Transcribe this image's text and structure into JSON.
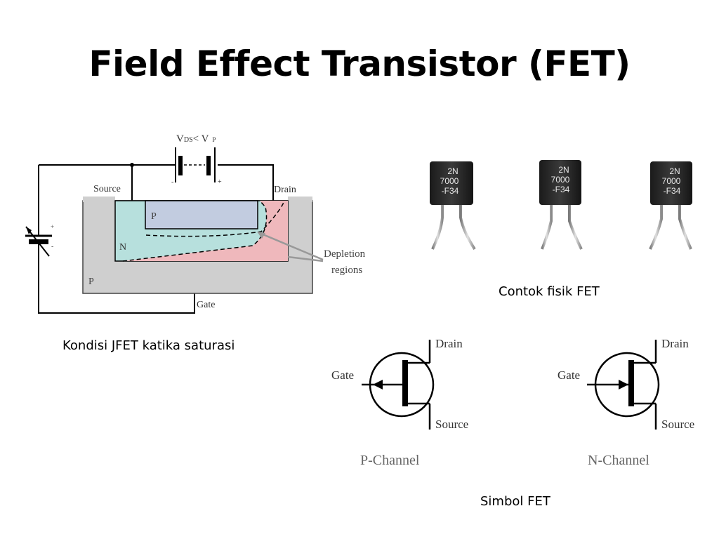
{
  "slide": {
    "title": "Field Effect Transistor (FET)",
    "caption_jfet": "Kondisi JFET katika saturasi",
    "caption_physical": "Contok fisik FET",
    "caption_symbol": "Simbol FET"
  },
  "jfet_diagram": {
    "vds_main": "V",
    "vds_sub": "DS",
    "vds_rest": "< V",
    "vds_sub2": "P",
    "battery_minus": "-",
    "battery_plus": "+",
    "gate_battery_plus": "+",
    "gate_battery_minus": "-",
    "source_label": "Source",
    "drain_label": "Drain",
    "gate_label": "Gate",
    "p_top_label": "P",
    "n_label": "N",
    "p_bottom_label": "P",
    "depletion_line1": "Depletion",
    "depletion_line2": "regions",
    "colors": {
      "substrate": "#cfcfcf",
      "n_channel": "#b7e0dd",
      "p_gate": "#c2cce0",
      "depletion": "#efb8bc"
    }
  },
  "transistors": [
    {
      "line1": "2N",
      "line2": "7000",
      "line3": "-F34"
    },
    {
      "line1": "2N",
      "line2": "7000",
      "line3": "-F34"
    },
    {
      "line1": "2N",
      "line2": "7000",
      "line3": "-F34"
    }
  ],
  "symbols": {
    "p_channel": {
      "drain": "Drain",
      "gate": "Gate",
      "source": "Source",
      "name": "P-Channel"
    },
    "n_channel": {
      "drain": "Drain",
      "gate": "Gate",
      "source": "Source",
      "name": "N-Channel"
    }
  }
}
